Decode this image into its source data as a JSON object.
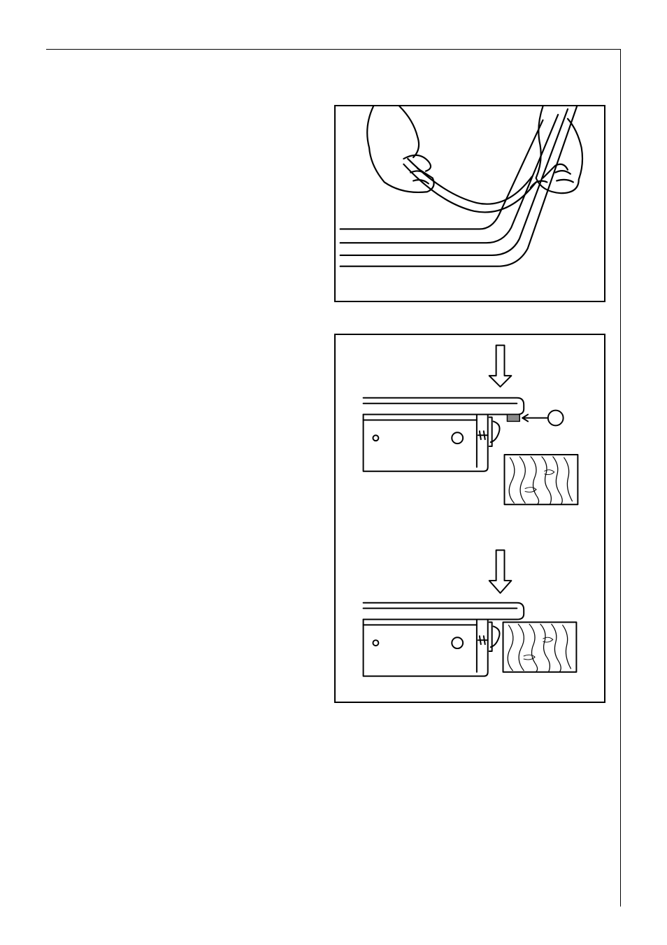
{
  "page": {
    "figures": [
      {
        "id": "seal-fitting",
        "kind": "illustration",
        "text": []
      },
      {
        "id": "hob-mounting",
        "kind": "illustration",
        "text": []
      }
    ]
  },
  "colors": {
    "line": "#000000",
    "background": "#ffffff",
    "seal_strip": "#8a8a8a"
  }
}
